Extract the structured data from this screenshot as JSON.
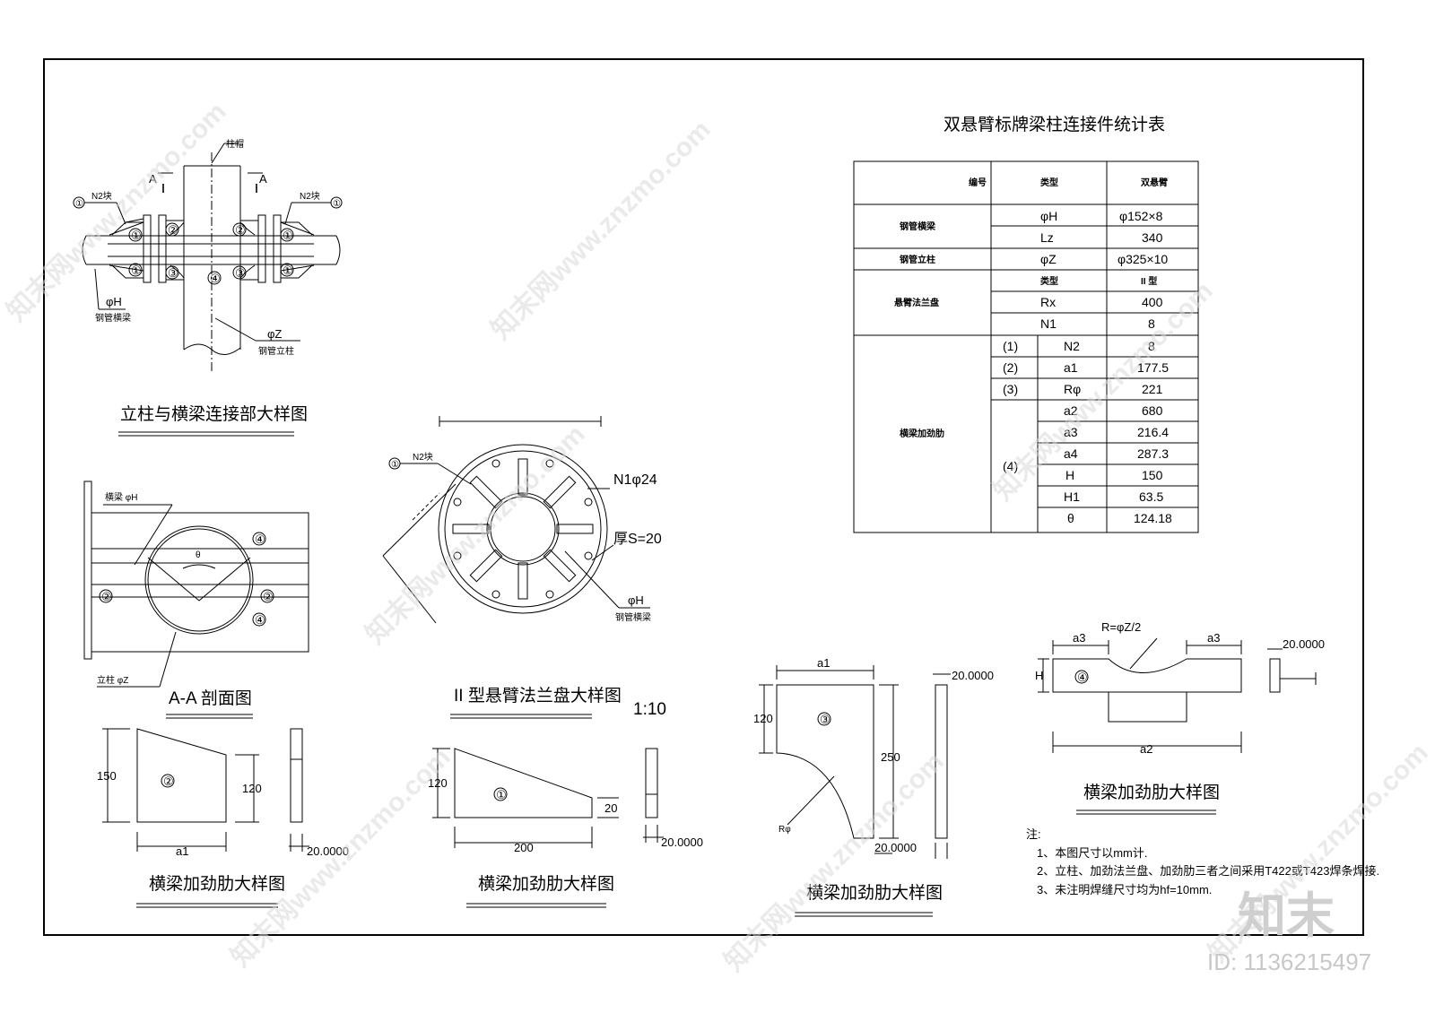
{
  "labels": {
    "view1_title": "立柱与横梁连接部大样图",
    "view2_title": "A-A 剖面图",
    "view3_title": "II 型悬臂法兰盘大样图",
    "scale": "1:10",
    "rib_title": "横梁加劲肋大样图",
    "table_title": "双悬臂标牌梁柱连接件统计表",
    "cap": "柱帽",
    "sec_a": "A",
    "n2": "N2块",
    "phiH": "φH",
    "phiZ": "φZ",
    "beam": "钢管横梁",
    "column": "钢管立柱",
    "beam_phiH": "横梁 φH",
    "col_phiZ": "立柱 φZ",
    "theta": "θ",
    "n1": "N1φ24",
    "thick": "厚S=20",
    "r_formula": "R=φZ/2",
    "a1": "a1",
    "a2": "a2",
    "a3": "a3",
    "H": "H",
    "Rphi": "Rφ",
    "d150": "150",
    "d120": "120",
    "d200": "200",
    "d20": "20",
    "d250": "250",
    "t20": "20.0000",
    "c1": "①",
    "c2": "②",
    "c3": "③",
    "c4": "④"
  },
  "table": {
    "headers": [
      "编号",
      "类型",
      "双悬臂"
    ],
    "rows": [
      [
        "钢管横梁",
        "",
        "φH",
        "φ152×8"
      ],
      [
        "",
        "",
        "Lz",
        "340"
      ],
      [
        "钢管立柱",
        "",
        "φZ",
        "φ325×10"
      ],
      [
        "悬臂法兰盘",
        "",
        "类型",
        "II 型"
      ],
      [
        "",
        "",
        "Rx",
        "400"
      ],
      [
        "",
        "",
        "N1",
        "8"
      ],
      [
        "横梁加劲肋",
        "(1)",
        "N2",
        "8"
      ],
      [
        "",
        "(2)",
        "a1",
        "177.5"
      ],
      [
        "",
        "(3)",
        "Rφ",
        "221"
      ],
      [
        "",
        "(4)",
        "a2",
        "680"
      ],
      [
        "",
        "",
        "a3",
        "216.4"
      ],
      [
        "",
        "",
        "a4",
        "287.3"
      ],
      [
        "",
        "",
        "H",
        "150"
      ],
      [
        "",
        "",
        "H1",
        "63.5"
      ],
      [
        "",
        "",
        "θ",
        "124.18"
      ]
    ]
  },
  "notes": {
    "head": "注:",
    "items": [
      "1、本图尺寸以mm计.",
      "2、立柱、加劲法兰盘、加劲肋三者之间采用T422或T423焊条焊接.",
      "3、未注明焊缝尺寸均为hf=10mm."
    ]
  },
  "watermark": {
    "text": "知末网www.znzmo.com",
    "logo": "知末",
    "id": "ID: 1136215497"
  }
}
